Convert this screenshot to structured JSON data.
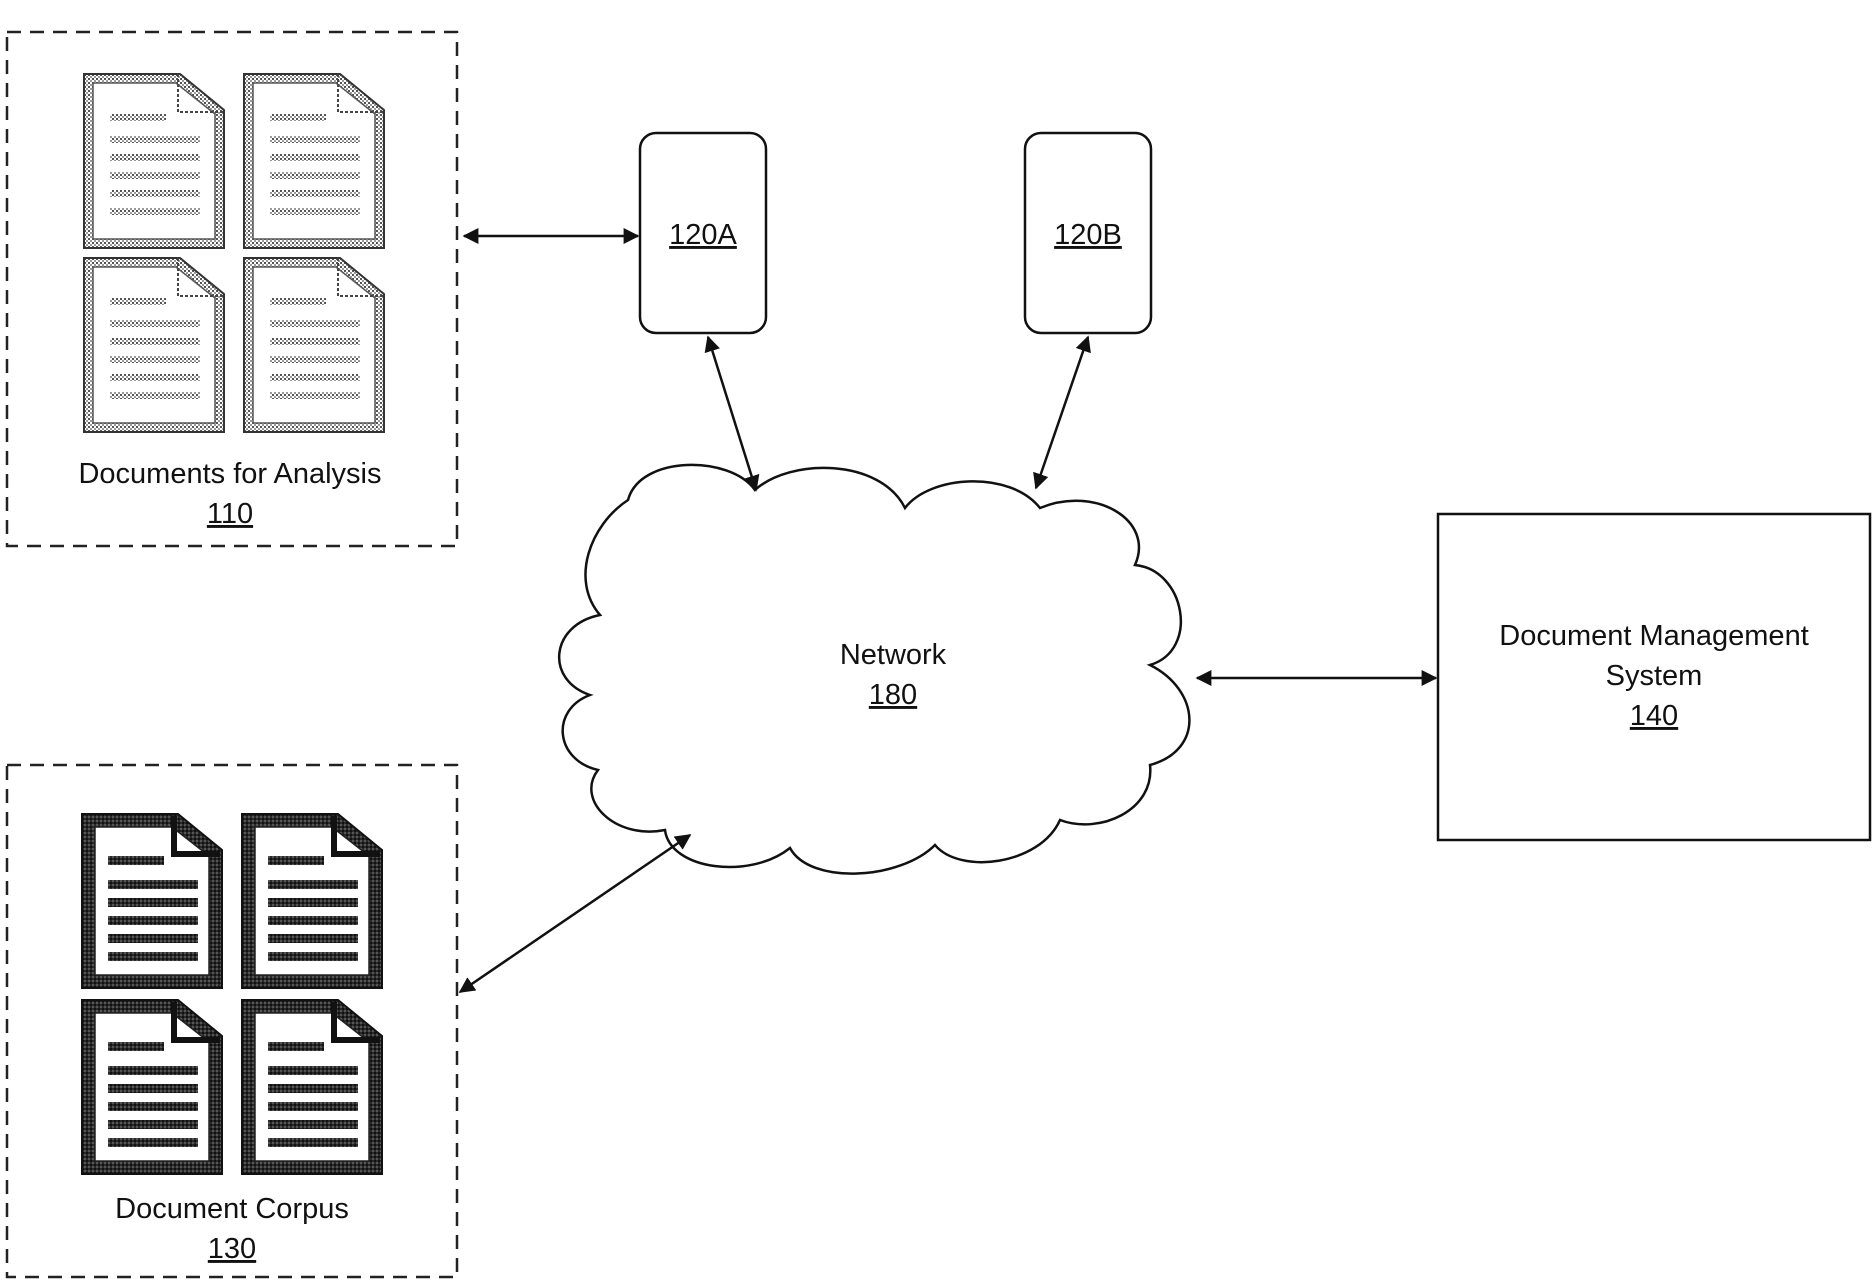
{
  "documents_for_analysis": {
    "label": "Documents for Analysis",
    "ref": "110"
  },
  "client_a": {
    "ref": "120A"
  },
  "client_b": {
    "ref": "120B"
  },
  "document_corpus": {
    "label": "Document Corpus",
    "ref": "130"
  },
  "document_management_system": {
    "label_line1": "Document Management",
    "label_line2": "System",
    "ref": "140"
  },
  "network": {
    "label": "Network",
    "ref": "180"
  },
  "icons": {
    "analysis_document": "dotted-document-icon",
    "corpus_document": "solid-document-icon",
    "network": "cloud-icon"
  },
  "colors": {
    "stroke": "#111111",
    "background": "#ffffff",
    "stipple": "#777777"
  }
}
